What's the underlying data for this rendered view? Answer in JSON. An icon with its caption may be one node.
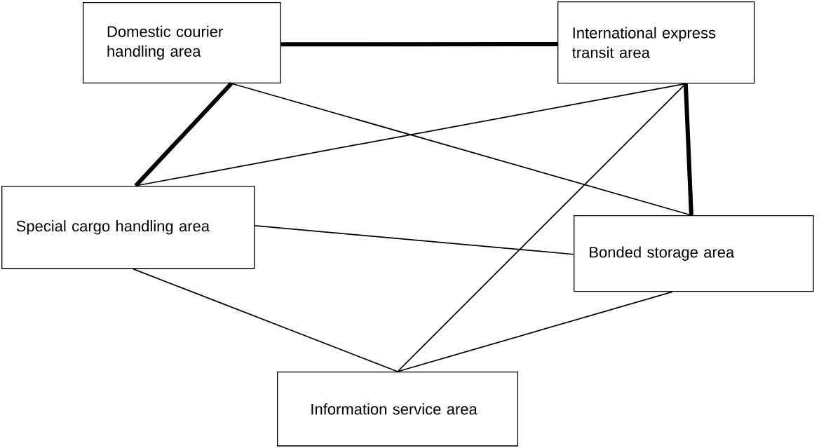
{
  "diagram": {
    "nodes": [
      {
        "text": [
          "Domestic courier handling area"
        ]
      },
      {
        "text": [
          "International express transit area"
        ]
      },
      {
        "text": [
          "Special cargo handling area"
        ]
      },
      {
        "text": [
          "Bonded storage area"
        ]
      },
      {
        "text": [
          "Information service area"
        ]
      }
    ],
    "edges": [
      {
        "from": 0,
        "to": 1,
        "arrow": "none",
        "style": "thick"
      },
      {
        "from": 0,
        "to": 2,
        "arrow": "none",
        "style": "thick"
      },
      {
        "from": 0,
        "to": 3,
        "arrow": "none"
      },
      {
        "from": 1,
        "to": 2,
        "arrow": "none"
      },
      {
        "from": 1,
        "to": 3,
        "arrow": "none",
        "style": "thick"
      },
      {
        "from": 2,
        "to": 3,
        "arrow": "none"
      },
      {
        "from": 2,
        "to": 4,
        "arrow": "none"
      },
      {
        "from": 1,
        "to": 4,
        "arrow": "none"
      },
      {
        "from": 3,
        "to": 4,
        "arrow": "none"
      }
    ]
  }
}
